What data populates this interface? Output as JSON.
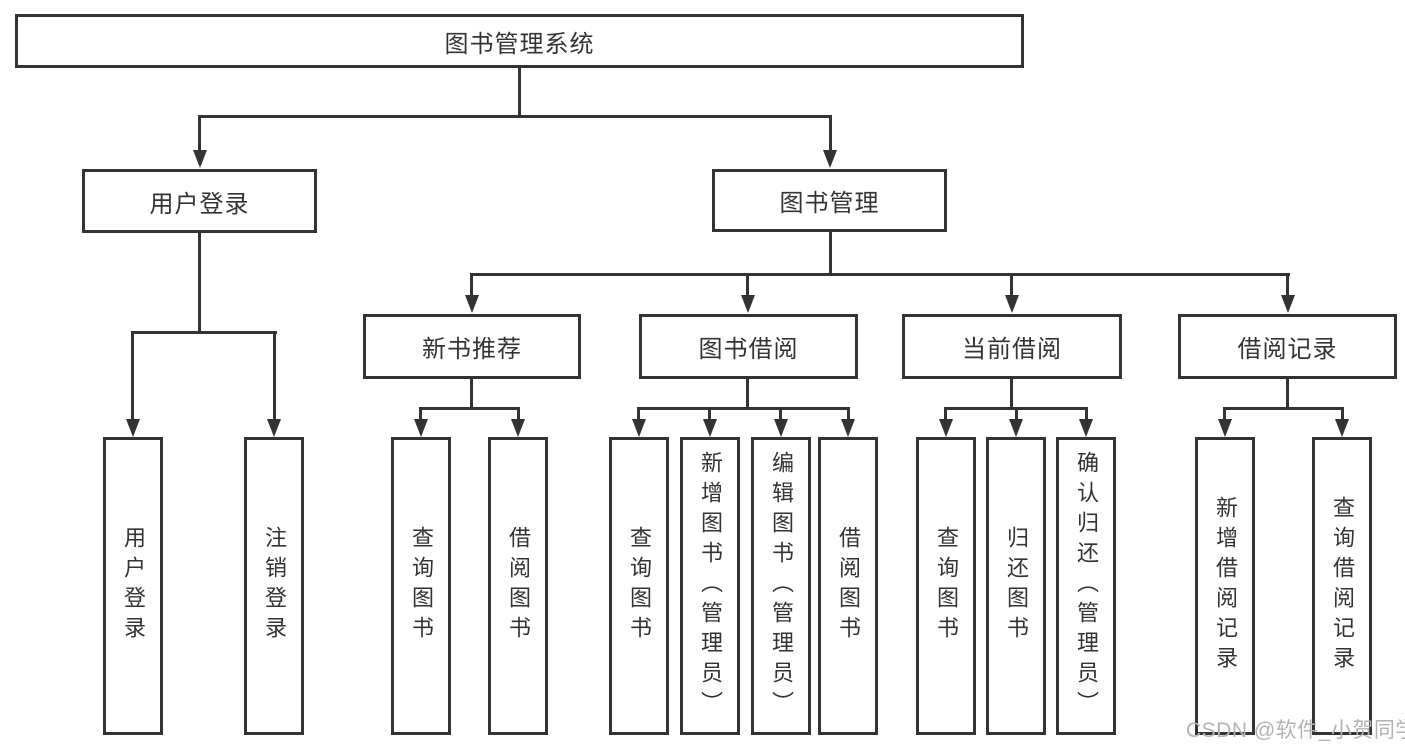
{
  "tree": {
    "root": {
      "label": "图书管理系统",
      "children": [
        {
          "label": "用户登录",
          "children": [
            {
              "label": "用户登录"
            },
            {
              "label": "注销登录"
            }
          ]
        },
        {
          "label": "图书管理",
          "children": [
            {
              "label": "新书推荐",
              "children": [
                {
                  "label": "查询图书"
                },
                {
                  "label": "借阅图书"
                }
              ]
            },
            {
              "label": "图书借阅",
              "children": [
                {
                  "label": "查询图书"
                },
                {
                  "label": "新增图书（管理员）"
                },
                {
                  "label": "编辑图书（管理员）"
                },
                {
                  "label": "借阅图书"
                }
              ]
            },
            {
              "label": "当前借阅",
              "children": [
                {
                  "label": "查询图书"
                },
                {
                  "label": "归还图书"
                },
                {
                  "label": "确认归还（管理员）"
                }
              ]
            },
            {
              "label": "借阅记录",
              "children": [
                {
                  "label": "新增借阅记录"
                },
                {
                  "label": "查询借阅记录"
                }
              ]
            }
          ]
        }
      ]
    }
  },
  "watermark": {
    "text": "CSDN @软件_小贺同学"
  },
  "colors": {
    "line": "#333333",
    "text": "#333333",
    "background": "#ffffff",
    "watermark": "#b3b3b3"
  }
}
